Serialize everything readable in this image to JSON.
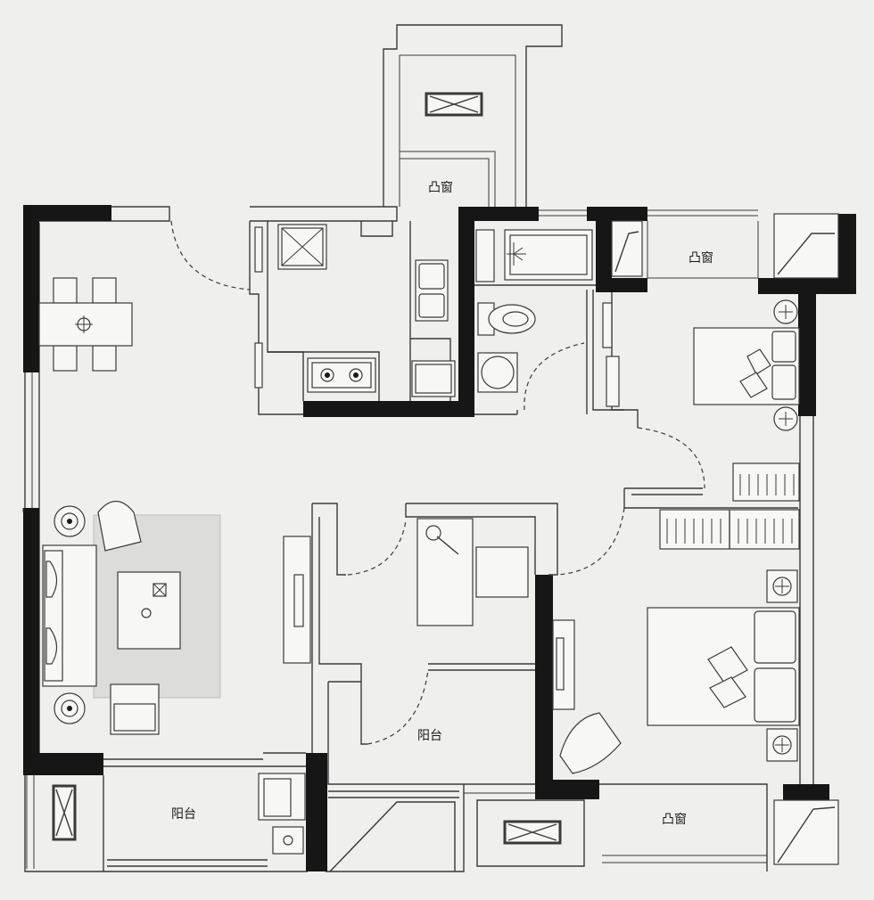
{
  "rooms": {
    "bay_window_top": "凸窗",
    "bay_window_bedroom": "凸窗",
    "bay_window_bottom": "凸窗",
    "balcony_middle": "阳台",
    "balcony_left": "阳台"
  },
  "colors": {
    "wall": "#161616",
    "line": "#3a3a3a",
    "background": "#efefed",
    "rug": "#dcdcda"
  }
}
